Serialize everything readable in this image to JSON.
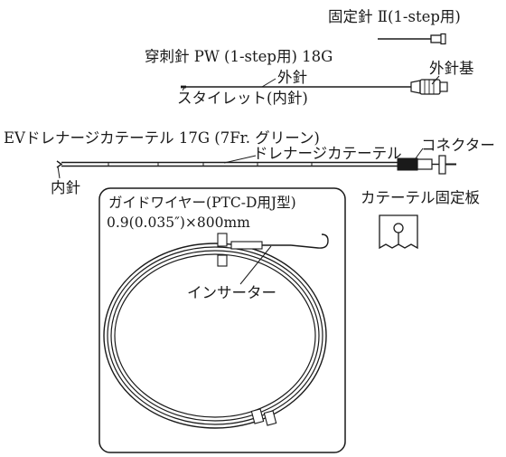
{
  "labels": {
    "fixation_needle": "固定針 Ⅱ(1-step用)",
    "puncture_needle": "穿刺針 PW (1-step用) 18G",
    "outer_needle": "外針",
    "outer_needle_hub": "外針基",
    "stylet": "スタイレット(内針)",
    "catheter_title": "EVドレナージカテーテル 17G (7Fr. グリーン)",
    "drainage_catheter": "ドレナージカテーテル",
    "connector": "コネクター",
    "inner_needle": "内針",
    "guidewire_title": "ガイドワイヤー(PTC-D用J型)",
    "guidewire_spec": "0.9(0.035″)×800mm",
    "inserter": "インサーター",
    "fixation_plate": "カテーテル固定板"
  }
}
